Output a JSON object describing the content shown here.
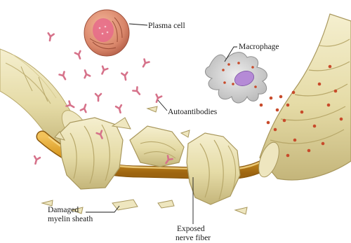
{
  "labels": {
    "plasma_cell": "Plasma cell",
    "macrophage": "Macrophage",
    "autoantibodies": "Autoantibodies",
    "damaged_myelin_line1": "Damaged",
    "damaged_myelin_line2": "myelin sheath",
    "exposed_fiber_line1": "Exposed",
    "exposed_fiber_line2": "nerve fiber"
  },
  "colors": {
    "myelin": "#e9e0b0",
    "myelin_shadow": "#c9bb80",
    "nerve_fiber": "#d99a22",
    "antibody": "#d6728a",
    "plasma_cell": "#d9866a",
    "macrophage": "#cfcfcf",
    "macrophage_nucleus": "#b58ad6",
    "particles": "#c84a2a"
  }
}
